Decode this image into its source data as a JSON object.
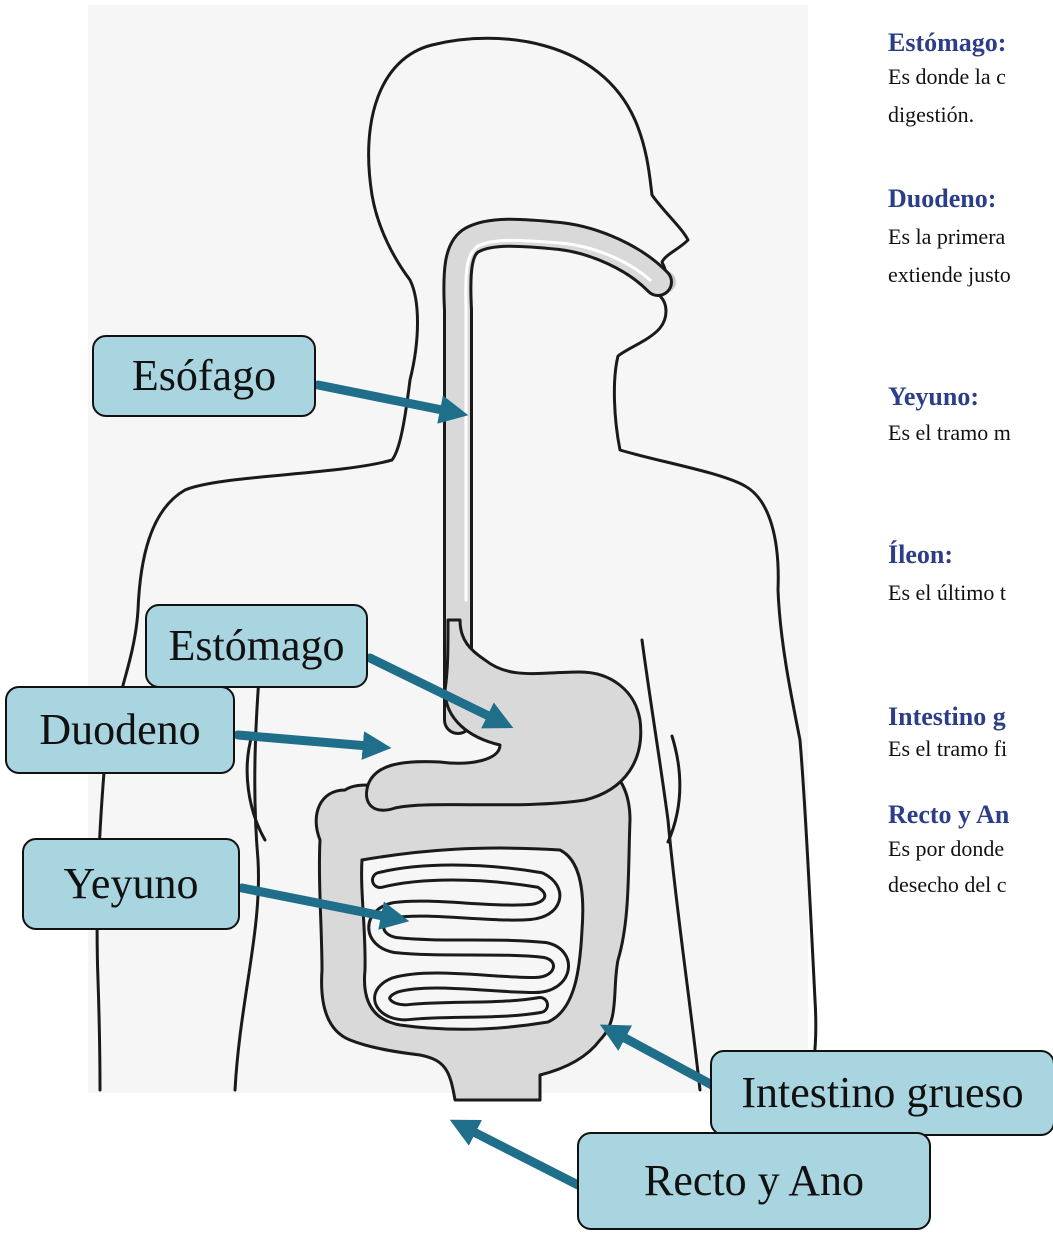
{
  "colors": {
    "callout_fill": "#a9d5e0",
    "arrow": "#1f6f8b",
    "heading": "#2d3e88",
    "organ_fill": "#d9d9d9",
    "outline": "#1a1a1a"
  },
  "callouts": {
    "esofago": "Esófago",
    "estomago": "Estómago",
    "duodeno": "Duodeno",
    "yeyuno": "Yeyuno",
    "intestino_grueso": "Intestino grueso",
    "recto_ano": "Recto y Ano"
  },
  "descriptions": [
    {
      "heading": "Estómago:",
      "lines": [
        "Es donde la c",
        "digestión."
      ]
    },
    {
      "heading": "Duodeno:",
      "lines": [
        "Es la primera",
        "extiende justo"
      ]
    },
    {
      "heading": "Yeyuno:",
      "lines": [
        "Es el tramo m"
      ]
    },
    {
      "heading": "Íleon:",
      "lines": [
        "Es el último t"
      ]
    },
    {
      "heading": "Intestino g",
      "lines": [
        "Es el tramo fi"
      ]
    },
    {
      "heading": "Recto y An",
      "lines": [
        "Es por donde",
        "desecho del c"
      ]
    }
  ]
}
